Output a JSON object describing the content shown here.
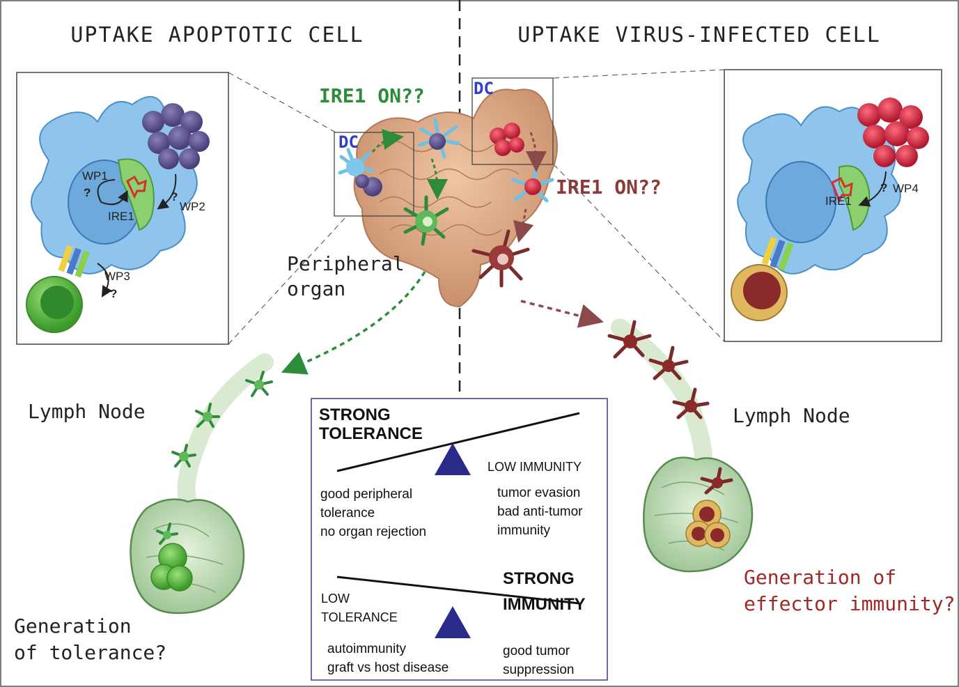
{
  "titles": {
    "left": "UPTAKE APOPTOTIC CELL",
    "right": "UPTAKE VIRUS-INFECTED CELL"
  },
  "labels": {
    "ire1_on_left": "IRE1 ON??",
    "ire1_on_right": "IRE1 ON??",
    "dc_left": "DC",
    "dc_right": "DC",
    "peripheral_line1": "Peripheral",
    "peripheral_line2": "organ",
    "lymph_node_left": "Lymph Node",
    "lymph_node_right": "Lymph Node",
    "gen_tol_line1": "Generation",
    "gen_tol_line2": "of tolerance?",
    "gen_eff_line1": "Generation of",
    "gen_eff_line2": "effector immunity?"
  },
  "left_inset": {
    "wp1": "WP1",
    "wp1_q": "?",
    "wp2": "WP2",
    "wp2_q": "?",
    "wp3": "WP3",
    "wp3_q": "?",
    "ire1": "IRE1"
  },
  "right_inset": {
    "wp4": "WP4",
    "wp4_q": "?",
    "ire1": "IRE1"
  },
  "balance": {
    "strong_tol_line1": "STRONG",
    "strong_tol_line2": "TOLERANCE",
    "low_immunity": "LOW IMMUNITY",
    "tol_effects": [
      "good peripheral",
      "tolerance",
      "no organ rejection"
    ],
    "tumor_effects": [
      "tumor evasion",
      "bad anti-tumor",
      "immunity"
    ],
    "strong_imm_line1": "STRONG",
    "strong_imm_line2": "IMMUNITY",
    "low_tol_line1": "LOW",
    "low_tol_line2": "TOLERANCE",
    "auto_effects": [
      "autoimmunity",
      "graft vs host disease"
    ],
    "supp_effects": [
      "good tumor",
      "suppression"
    ]
  },
  "colors": {
    "green_text": "#2e8b3a",
    "brown_text": "#8b3a3a",
    "dc_blue": "#2f3fc8",
    "effector_red": "#a02828",
    "box_border": "#3a3a8a",
    "triangle": "#2a2a8a"
  }
}
